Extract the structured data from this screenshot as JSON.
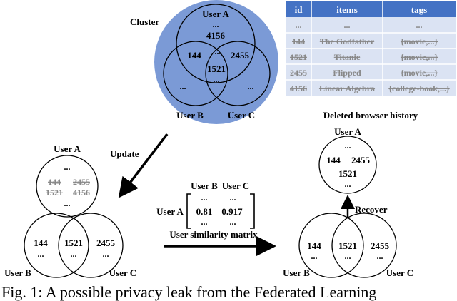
{
  "cluster": {
    "label": "Cluster",
    "user_a": "User A",
    "user_b": "User B",
    "user_c": "User C",
    "ellipsis": "...",
    "v_a_only": "4156",
    "v_ab": "144",
    "v_ac": "2455",
    "v_abc": "1521",
    "color": "#7b9ad6"
  },
  "table": {
    "header_color": "#4472c4",
    "row_color": "#dbe3f3",
    "headers": [
      "id",
      "items",
      "tags"
    ],
    "rows": [
      [
        "...",
        "...",
        "..."
      ],
      [
        "144",
        "The Godfather",
        "{movie,...}"
      ],
      [
        "1521",
        "Titanic",
        "{movie,...}"
      ],
      [
        "2455",
        "Flipped",
        "{movie,...}"
      ],
      [
        "4156",
        "Linear Algebra",
        "{college-book,...}"
      ]
    ],
    "caption": "Deleted browser history"
  },
  "update_label": "Update",
  "left_venn": {
    "user_a": "User A",
    "user_b": "User B",
    "user_c": "User C",
    "ellipsis": "...",
    "deleted_1": "144",
    "deleted_2": "2455",
    "deleted_3": "1521",
    "deleted_4": "4156",
    "v_b": "144",
    "v_bc": "1521",
    "v_c": "2455"
  },
  "matrix": {
    "col_b": "User B",
    "col_c": "User C",
    "row_a": "User A",
    "ellipsis": "...",
    "val_ab": "0.81",
    "val_ac": "0.917",
    "caption": "User similarity matrix"
  },
  "right_venn": {
    "user_a": "User A",
    "user_b": "User B",
    "user_c": "User C",
    "ellipsis": "...",
    "a_1": "144",
    "a_2": "2455",
    "a_3": "1521",
    "v_b": "144",
    "v_bc": "1521",
    "v_c": "2455",
    "recover_label": "Recover"
  },
  "figure_caption": "Fig. 1: A possible privacy leak from the Federated Learning"
}
